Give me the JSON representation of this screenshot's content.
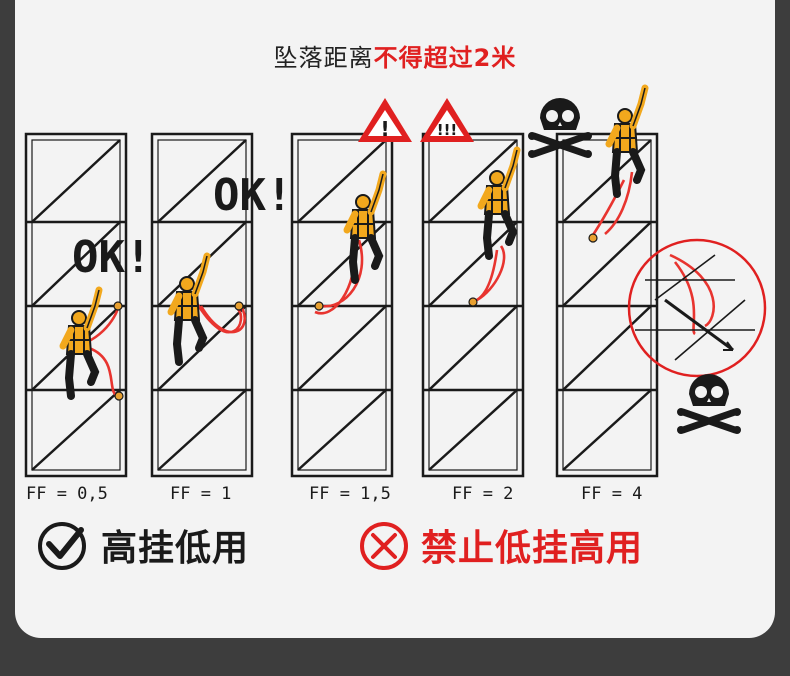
{
  "title": {
    "normal": "坠落距离",
    "highlight": "不得超过2米"
  },
  "ok_marks": [
    "OK!",
    "OK!"
  ],
  "warnings": [
    "!",
    "!!!"
  ],
  "factors": [
    "FF = 0,5",
    "FF = 1",
    "FF = 1,5",
    "FF = 2",
    "FF = 4"
  ],
  "legend": {
    "good": "高挂低用",
    "bad": "禁止低挂高用"
  },
  "colors": {
    "accent_red": "#e02020",
    "worker_yellow": "#f2a81d",
    "lanyard_red": "#e8342f",
    "ink": "#1a1a1a"
  },
  "icons": [
    "check-circle-icon",
    "cross-circle-icon",
    "warning-triangle-icon",
    "skull-crossbones-icon"
  ]
}
